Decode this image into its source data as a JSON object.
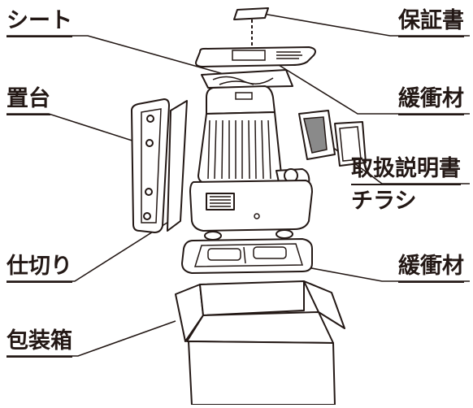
{
  "labels": {
    "sheet": "シート",
    "warranty": "保証書",
    "stand": "置台",
    "cushion_top": "緩衝材",
    "manual": "取扱説明書",
    "flyer": "チラシ",
    "divider": "仕切り",
    "cushion_bottom": "緩衝材",
    "box": "包装箱"
  },
  "colors": {
    "ink": "#231815",
    "shade": "#8a8a8a",
    "background": "#ffffff"
  }
}
